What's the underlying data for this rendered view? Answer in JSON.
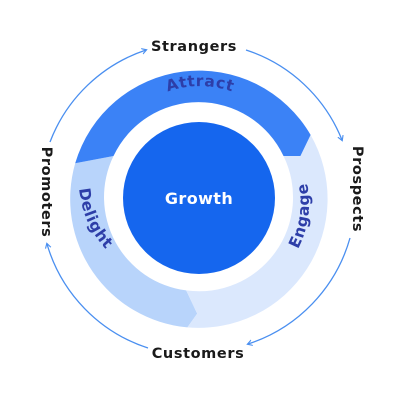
{
  "center": {
    "label": "Growth"
  },
  "segments": {
    "attract": {
      "label": "Attract"
    },
    "engage": {
      "label": "Engage"
    },
    "delight": {
      "label": "Delight"
    }
  },
  "outer_ring": {
    "top": "Strangers",
    "right": "Prospects",
    "bottom": "Customers",
    "left": "Promoters"
  },
  "colors": {
    "attract": "#3b82f6",
    "engage": "#dbe8fd",
    "delight": "#b8d4fb",
    "center": "#1566ee",
    "arrow": "#4a8ff0",
    "label_text": "#1a1a1a",
    "segment_text": "#2d3ea8"
  }
}
